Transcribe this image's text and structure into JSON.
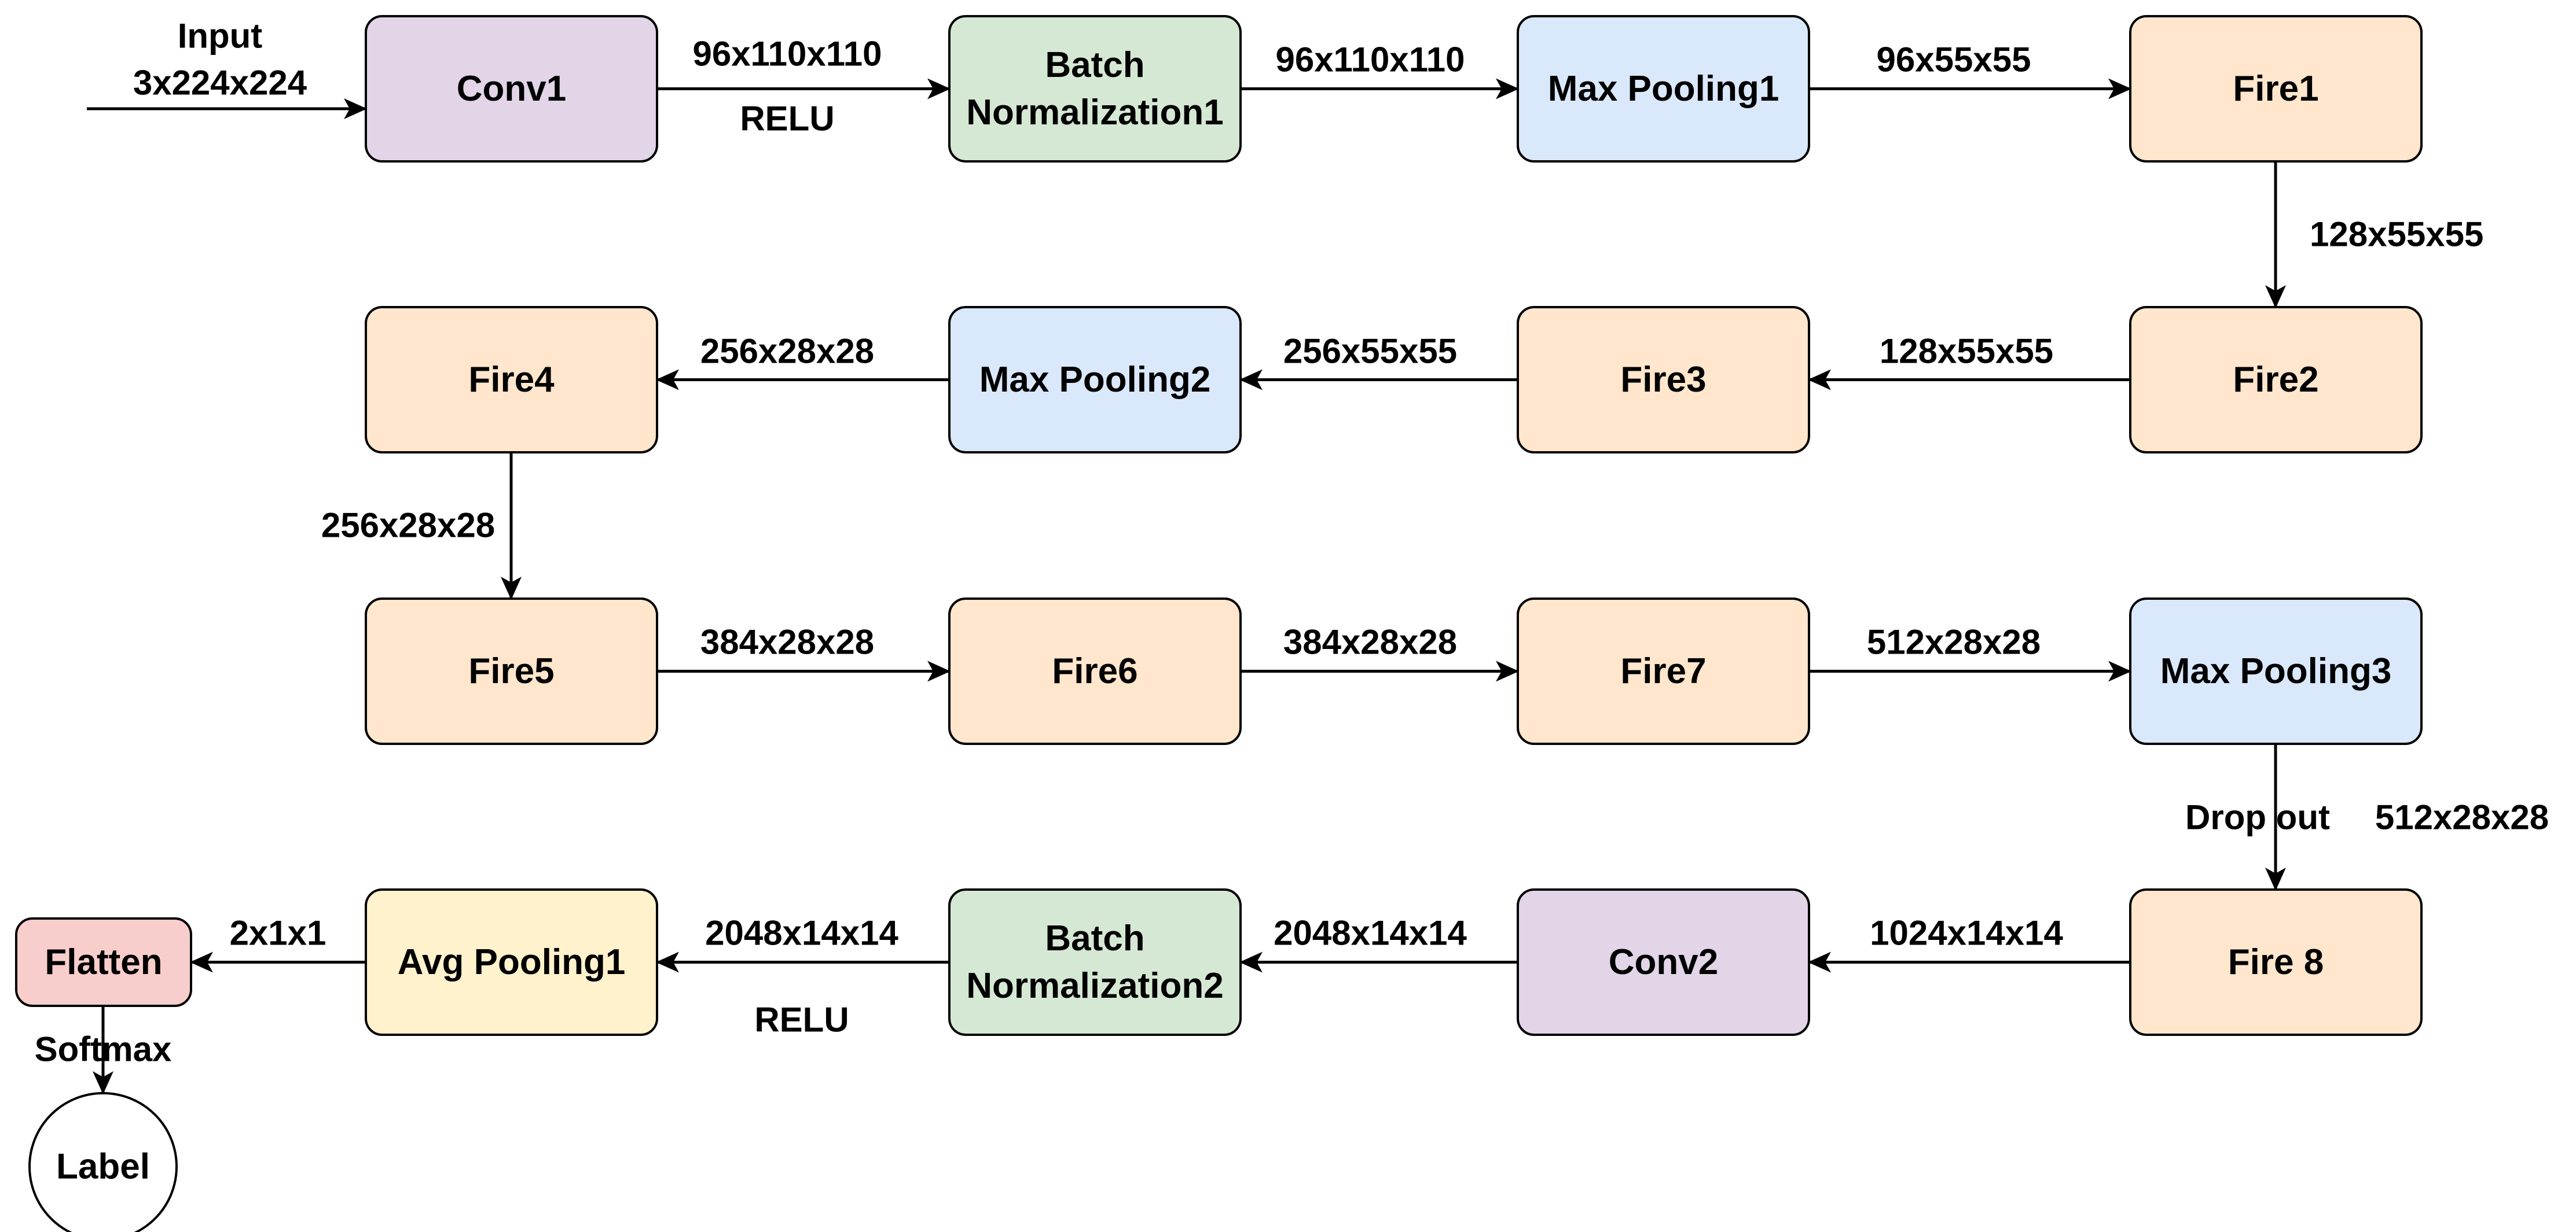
{
  "diagram": {
    "colors": {
      "stroke": "#000000",
      "conv": "#e1d5e7",
      "batchnorm": "#d5e8d4",
      "pool": "#dae8fc",
      "fire": "#ffe6cc",
      "avgpool": "#fff2cc",
      "flatten": "#f8cecc",
      "label": "#ffffff"
    },
    "nodes": {
      "conv1": [
        "Conv1"
      ],
      "bn1": [
        "Batch",
        "Normalization1"
      ],
      "maxpool1": [
        "Max Pooling1"
      ],
      "fire1": [
        "Fire1"
      ],
      "fire2": [
        "Fire2"
      ],
      "fire3": [
        "Fire3"
      ],
      "maxpool2": [
        "Max Pooling2"
      ],
      "fire4": [
        "Fire4"
      ],
      "fire5": [
        "Fire5"
      ],
      "fire6": [
        "Fire6"
      ],
      "fire7": [
        "Fire7"
      ],
      "maxpool3": [
        "Max Pooling3"
      ],
      "fire8": [
        "Fire 8"
      ],
      "conv2": [
        "Conv2"
      ],
      "bn2": [
        "Batch",
        "Normalization2"
      ],
      "avgpool1": [
        "Avg Pooling1"
      ],
      "flatten": [
        "Flatten"
      ],
      "label": [
        "Label"
      ]
    },
    "edge_labels": {
      "input": [
        "Input",
        "3x224x224"
      ],
      "conv1_bn1": "96x110x110",
      "conv1_relu": "RELU",
      "bn1_mp1": "96x110x110",
      "mp1_fire1": "96x55x55",
      "fire1_fire2": "128x55x55",
      "fire2_fire3": "128x55x55",
      "fire3_mp2": "256x55x55",
      "mp2_fire4": "256x28x28",
      "fire4_fire5": "256x28x28",
      "fire5_fire6": "384x28x28",
      "fire6_fire7": "384x28x28",
      "fire7_mp3": "512x28x28",
      "mp3_fire8_dropout": "Drop out",
      "mp3_fire8": "512x28x28",
      "fire8_conv2": "1024x14x14",
      "conv2_bn2": "2048x14x14",
      "bn2_avg": "2048x14x14",
      "bn2_relu": "RELU",
      "avg_flatten": "2x1x1",
      "flatten_label": "Softmax"
    }
  }
}
